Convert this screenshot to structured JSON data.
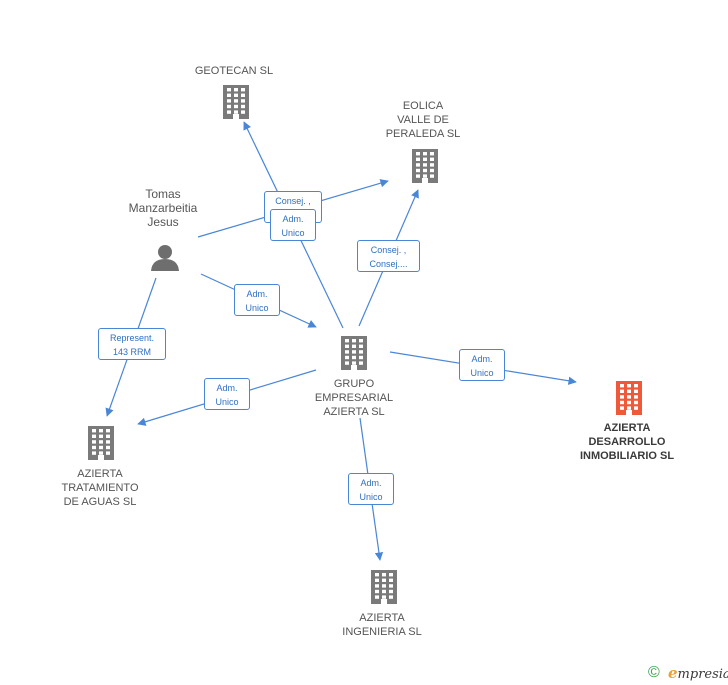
{
  "colors": {
    "edge": "#4a86d6",
    "building": "#7a7a7a",
    "main_building": "#f0583a",
    "person": "#6e6e6e"
  },
  "nodes": [
    {
      "id": "geotecan",
      "label": "GEOTECAN SL",
      "icon": "building-icon"
    },
    {
      "id": "eolica",
      "label": "EOLICA\nVALLE DE\nPERALEDA SL",
      "icon": "building-icon"
    },
    {
      "id": "tomas",
      "label": "Tomas\nManzarbeitia\nJesus",
      "icon": "person-icon"
    },
    {
      "id": "grupo",
      "label": "GRUPO\nEMPRESARIAL\nAZIERTA SL",
      "icon": "building-icon"
    },
    {
      "id": "desarrollo",
      "label": "AZIERTA\nDESARROLLO\nINMOBILIARIO SL",
      "icon": "building-icon",
      "main": true
    },
    {
      "id": "tratamiento",
      "label": "AZIERTA\nTRATAMIENTO\nDE AGUAS SL",
      "icon": "building-icon"
    },
    {
      "id": "ingenieria",
      "label": "AZIERTA\nINGENIERIA SL",
      "icon": "building-icon"
    }
  ],
  "edges": [
    {
      "from": "tomas",
      "to": "eolica",
      "label": "Consej. ,\n..."
    },
    {
      "from": "grupo",
      "to": "geotecan",
      "label": "Adm.\nUnico"
    },
    {
      "from": "grupo",
      "to": "eolica",
      "label": "Consej. ,\nConsej...."
    },
    {
      "from": "tomas",
      "to": "grupo",
      "label": "Adm.\nUnico"
    },
    {
      "from": "tomas",
      "to": "tratamiento",
      "label": "Represent.\n143 RRM"
    },
    {
      "from": "grupo",
      "to": "tratamiento",
      "label": "Adm.\nUnico"
    },
    {
      "from": "grupo",
      "to": "desarrollo",
      "label": "Adm.\nUnico"
    },
    {
      "from": "grupo",
      "to": "ingenieria",
      "label": "Adm.\nUnico"
    }
  ],
  "footer": {
    "copyright_symbol": "©",
    "brand_initial": "e",
    "brand_rest": "mpresia"
  }
}
